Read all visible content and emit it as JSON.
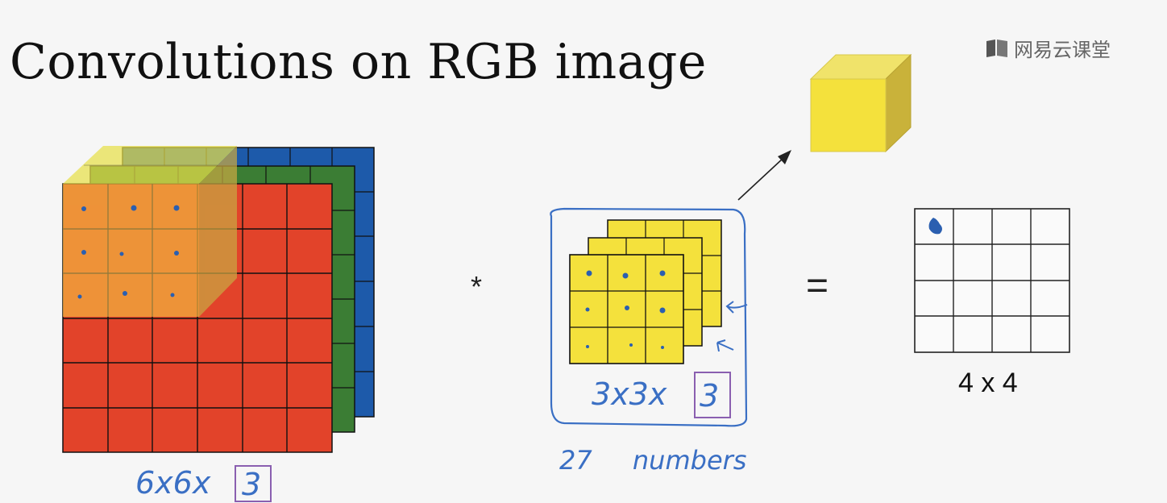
{
  "slide": {
    "title": "Convolutions on RGB image",
    "watermark": "网易云课堂",
    "operator_convolve": "*",
    "operator_equals": "=",
    "output_label": "4 x 4",
    "input_annotation": {
      "prefix": "6x6x",
      "boxed": "3"
    },
    "filter_annotation": {
      "prefix": "3x3x",
      "boxed": "3"
    },
    "filter_count_note": "27 numbers"
  },
  "colors": {
    "red_channel": "#e2432a",
    "green_channel": "#3b7d34",
    "blue_channel": "#1d5aaa",
    "filter_yellow": "#f4e13c",
    "overlay_orange": "#f2b23e",
    "ink_blue": "#3a6fc4",
    "ink_purple": "#8a5fb0"
  },
  "icons": [
    "cube-icon",
    "book-logo-icon",
    "arrow-icon"
  ]
}
